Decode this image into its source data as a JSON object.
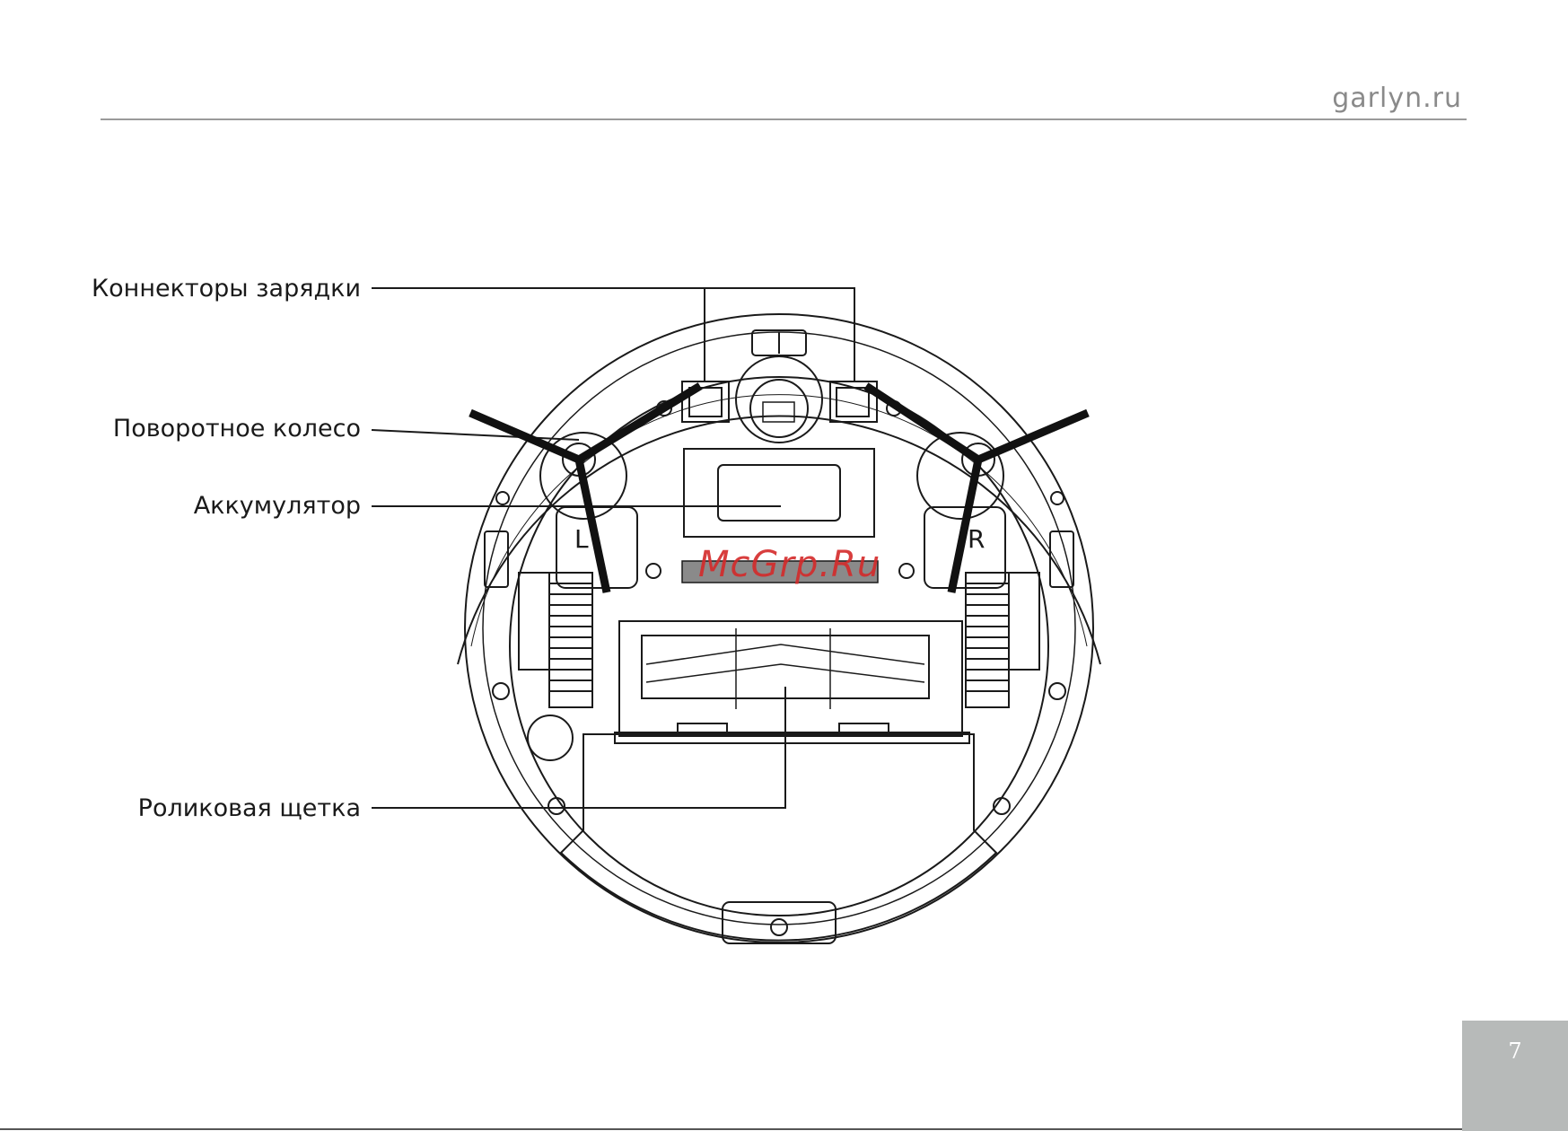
{
  "header": {
    "site": "garlyn.ru"
  },
  "labels": {
    "charging_connectors": "Коннекторы зарядки",
    "caster_wheel": "Поворотное колесо",
    "battery": "Аккумулятор",
    "roller_brush": "Роликовая щетка"
  },
  "diagram": {
    "left_mark": "L",
    "right_mark": "R"
  },
  "watermark": "McGrp.Ru",
  "footer": {
    "page_number": "7"
  }
}
